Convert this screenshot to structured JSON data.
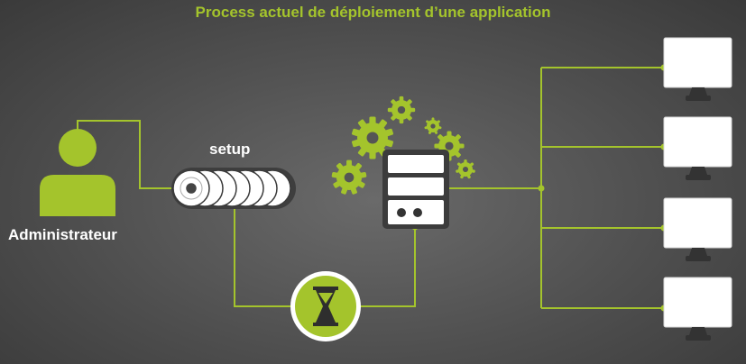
{
  "title": "Process actuel de déploiement d’une application",
  "labels": {
    "admin": "Administrateur",
    "setup": "setup"
  },
  "colors": {
    "accent": "#a4c42c",
    "background": "#555555",
    "white": "#ffffff"
  },
  "icons": {
    "admin": "person-icon",
    "media": "disc-stack-icon",
    "gears": "gears-icon",
    "server": "server-icon",
    "wait": "hourglass-icon",
    "clients": "monitor-icon"
  },
  "clients": [
    "monitor-1",
    "monitor-2",
    "monitor-3",
    "monitor-4"
  ]
}
